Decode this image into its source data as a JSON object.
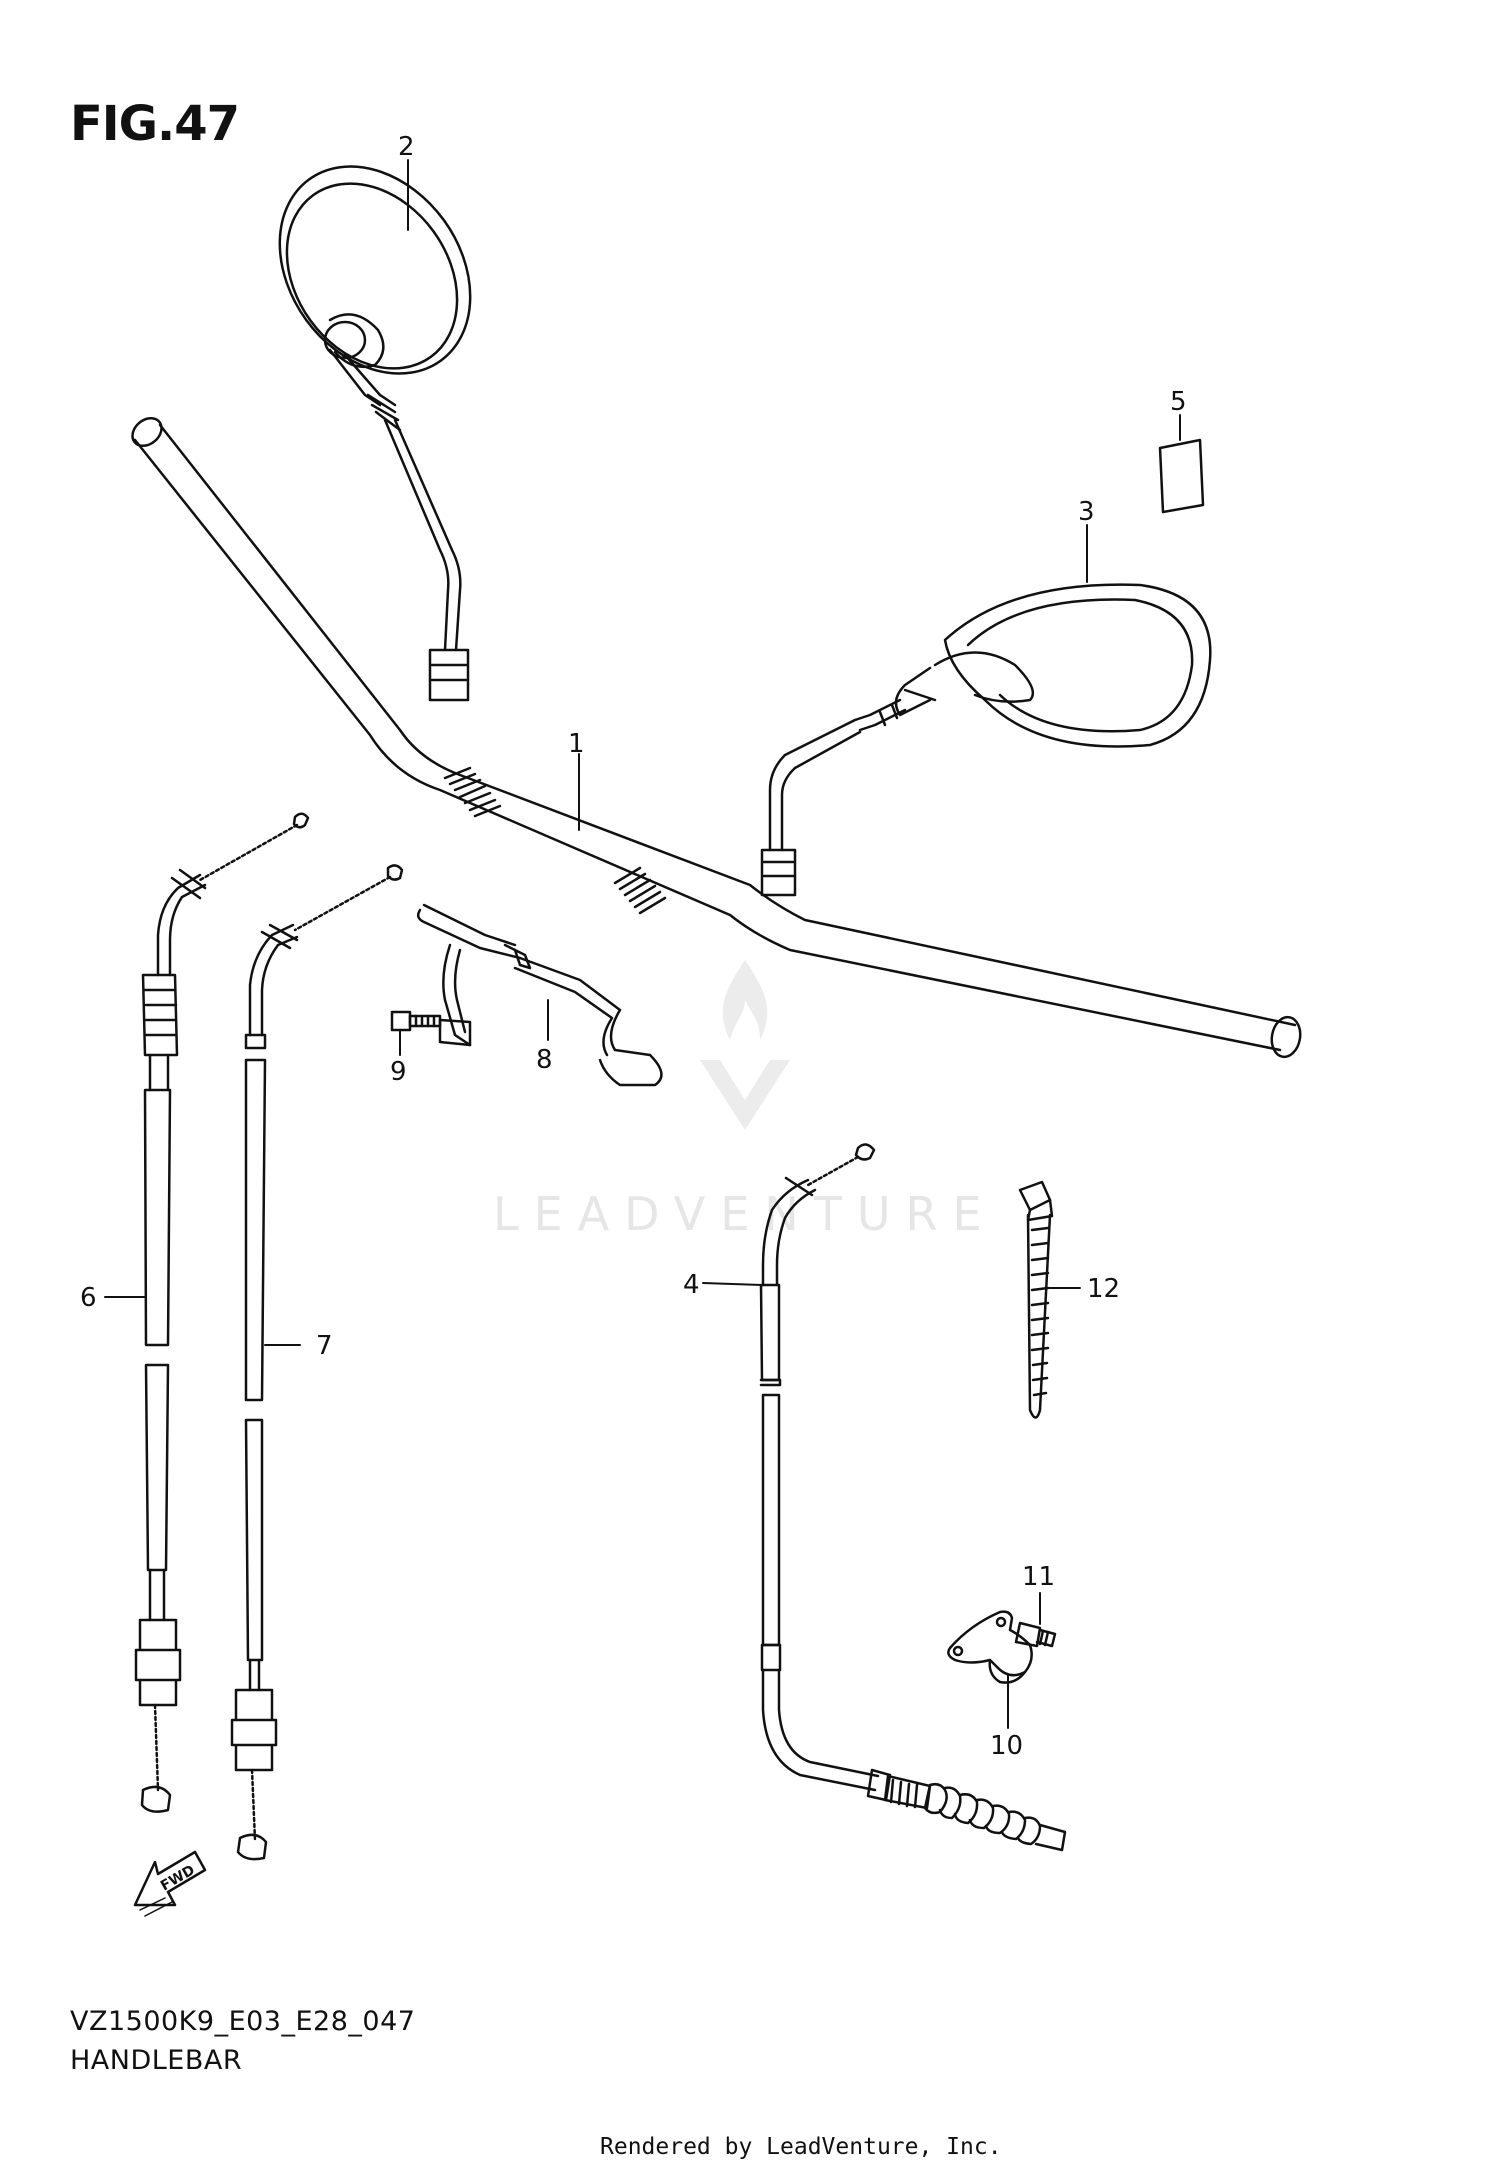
{
  "figure": {
    "title": "FIG.47",
    "model_code": "VZ1500K9_E03_E28_047",
    "section_name": "HANDLEBAR",
    "credit": "Rendered by LeadVenture, Inc.",
    "watermark": "LEADVENTURE",
    "fwd_label": "FWD"
  },
  "callouts": [
    {
      "id": "1",
      "part": "handlebar"
    },
    {
      "id": "2",
      "part": "mirror-left"
    },
    {
      "id": "3",
      "part": "mirror-right"
    },
    {
      "id": "4",
      "part": "clutch-cable"
    },
    {
      "id": "5",
      "part": "label-plate"
    },
    {
      "id": "6",
      "part": "throttle-cable-pull"
    },
    {
      "id": "7",
      "part": "throttle-cable-return"
    },
    {
      "id": "8",
      "part": "cable-guide"
    },
    {
      "id": "9",
      "part": "guide-screw"
    },
    {
      "id": "10",
      "part": "cable-clamp"
    },
    {
      "id": "11",
      "part": "clamp-bolt"
    },
    {
      "id": "12",
      "part": "cable-tie"
    }
  ],
  "colors": {
    "line": "#111111",
    "watermark": "#e6e6e6"
  }
}
